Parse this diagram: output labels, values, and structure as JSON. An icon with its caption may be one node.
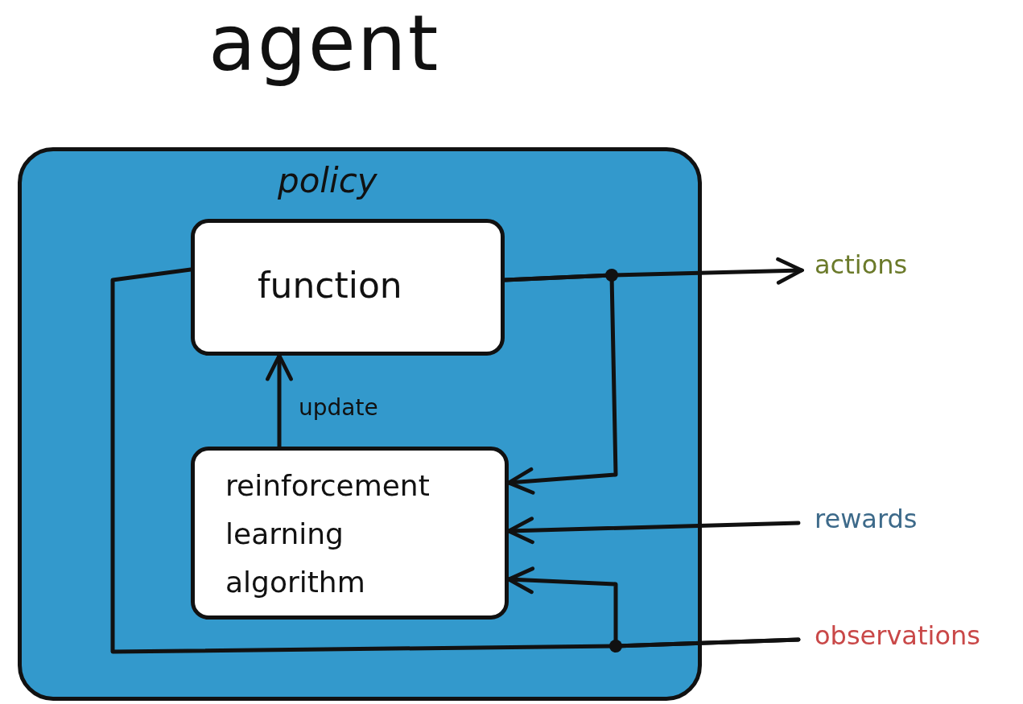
{
  "diagram": {
    "nodes": [
      {
        "text": [
          "agent",
          "policy"
        ]
      },
      {
        "text": [
          "function"
        ],
        "in": 0
      },
      {
        "text": [
          "reinforcement learning algorithm"
        ],
        "in": 0
      },
      {
        "text": [
          "actions"
        ]
      },
      {
        "text": [
          "rewards"
        ]
      },
      {
        "text": [
          "observations"
        ]
      }
    ],
    "edges": [
      {
        "from": 1,
        "to": 3,
        "arrow": "to"
      },
      {
        "from": 1,
        "to": 2,
        "arrow": "to"
      },
      {
        "from": 2,
        "to": 1,
        "label": "update",
        "arrow": "to"
      },
      {
        "from": 4,
        "to": 2,
        "arrow": "to"
      },
      {
        "from": 5,
        "to": 2,
        "arrow": "to"
      },
      {
        "from": 5,
        "to": 1,
        "arrow": "none"
      }
    ]
  }
}
